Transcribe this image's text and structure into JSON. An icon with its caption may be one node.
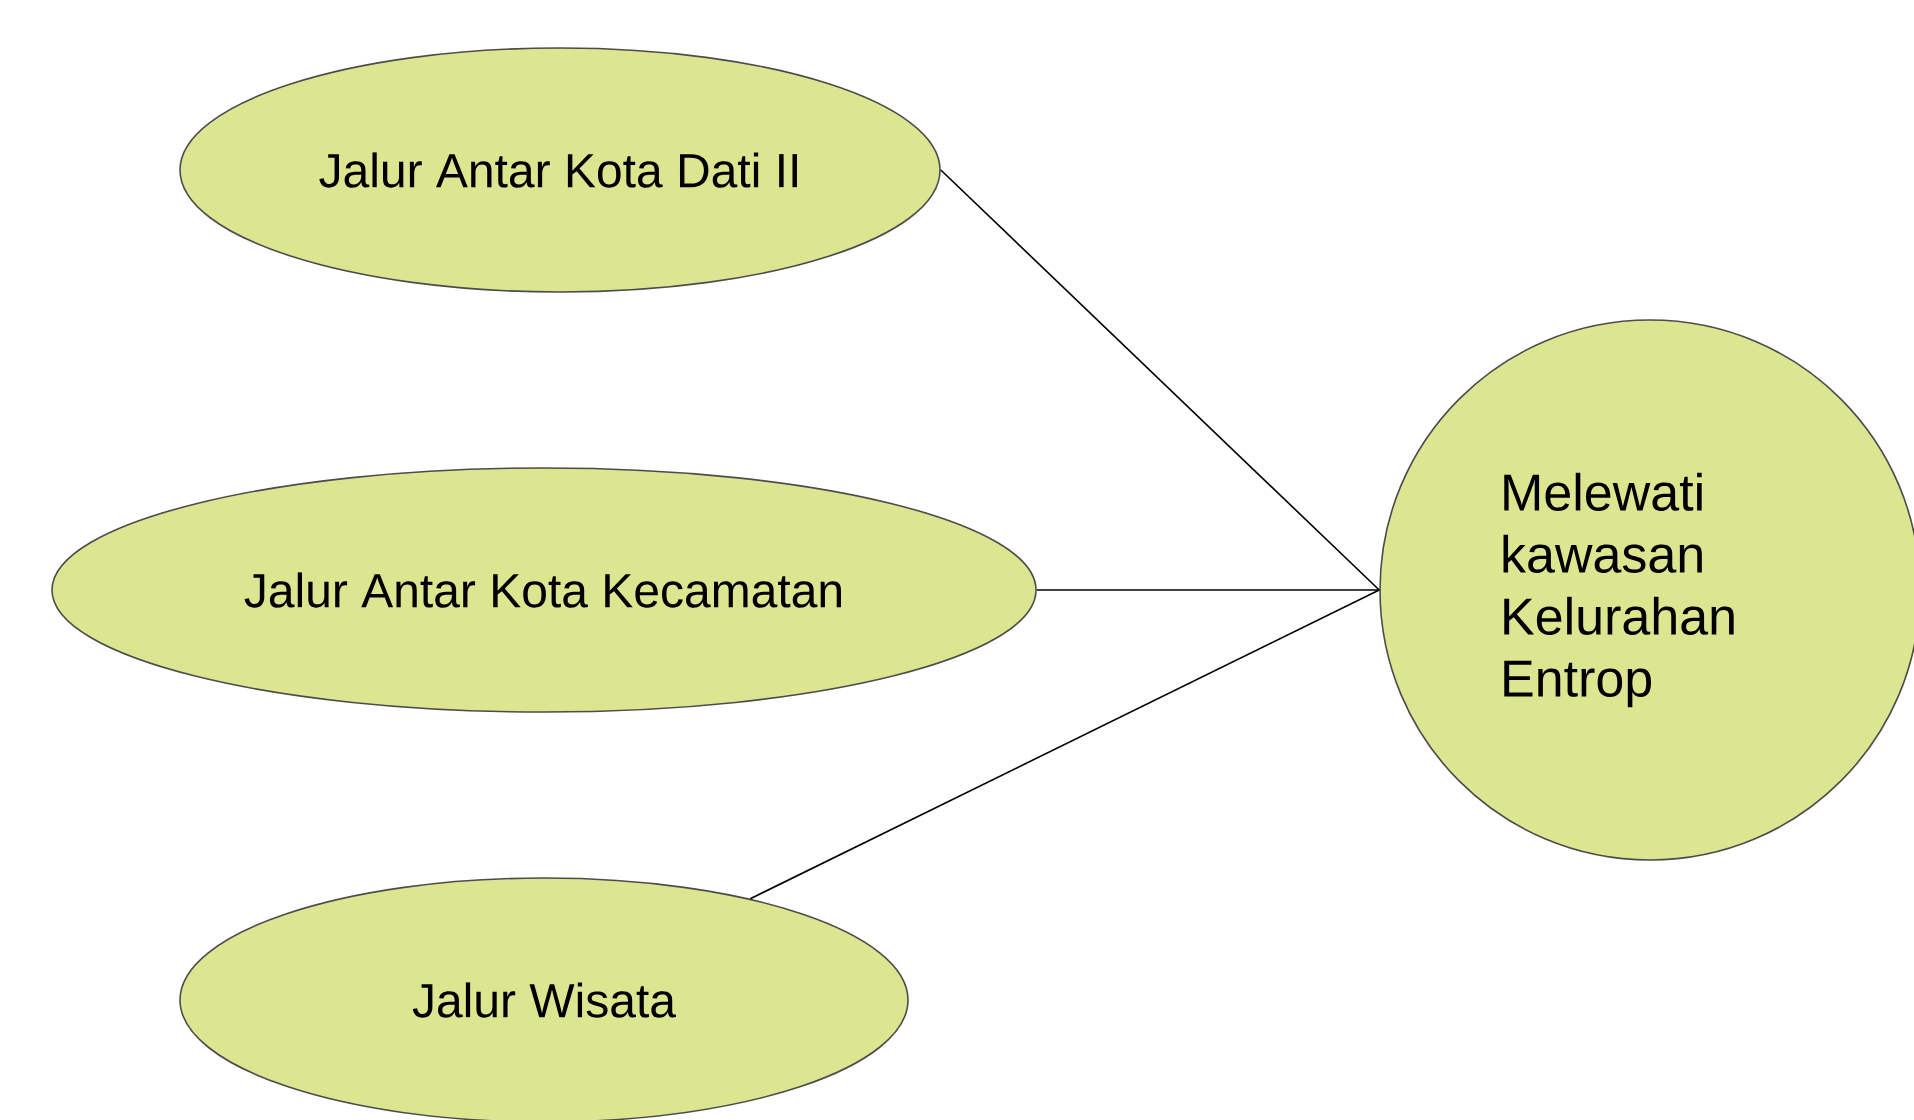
{
  "diagram": {
    "nodes": [
      {
        "text": [
          "Jalur Antar Kota Dati II"
        ]
      },
      {
        "text": [
          "Jalur Antar Kota Kecamatan"
        ]
      },
      {
        "text": [
          "Jalur Wisata"
        ]
      },
      {
        "text": [
          "Melewati kawasan Kelurahan Entrop"
        ]
      }
    ],
    "edges": [
      {
        "from": 0,
        "to": 3,
        "arrow": "none"
      },
      {
        "from": 1,
        "to": 3,
        "arrow": "none"
      },
      {
        "from": 2,
        "to": 3,
        "arrow": "none"
      }
    ]
  }
}
